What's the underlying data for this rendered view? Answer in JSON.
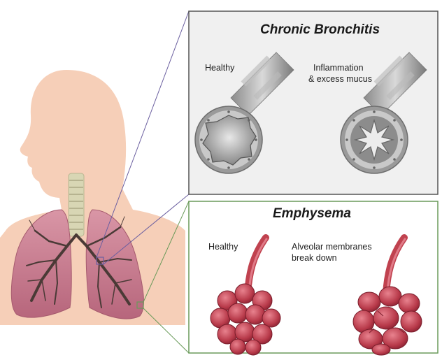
{
  "panels": {
    "chronic_bronchitis": {
      "title": "Chronic Bronchitis",
      "healthy_label": "Healthy",
      "diseased_label_line1": "Inflammation",
      "diseased_label_line2": "& excess mucus"
    },
    "emphysema": {
      "title": "Emphysema",
      "healthy_label": "Healthy",
      "diseased_label_line1": "Alveolar membranes",
      "diseased_label_line2": "break down"
    }
  },
  "colors": {
    "skin": "#f6cfb8",
    "lung": "#c77b8e",
    "lung_dark": "#9f4d62",
    "bronchi": "#4a3a36",
    "trachea": "#d8d6b4",
    "bronchitis_frame": "#555555",
    "emphysema_frame": "#6a9a5a",
    "alveoli": "#c0424f"
  }
}
